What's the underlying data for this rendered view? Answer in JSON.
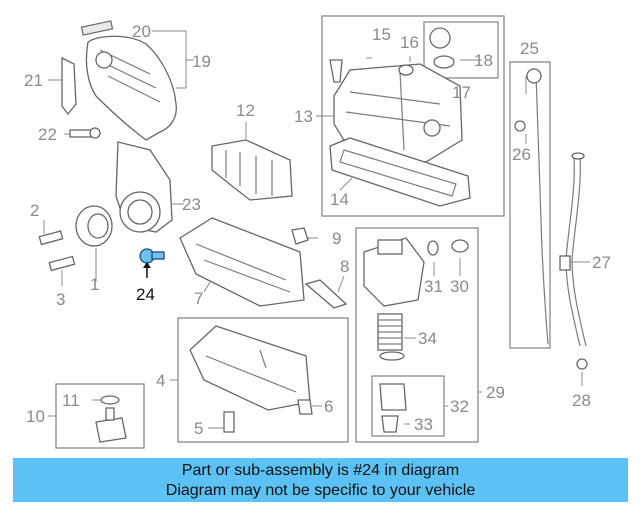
{
  "banner": {
    "line1": "Part or sub-assembly is #24 in diagram",
    "line2": "Diagram may not be specific to your vehicle"
  },
  "highlight_color": "#5cc1f5",
  "highlighted_part": "24",
  "callouts": {
    "c1": "1",
    "c2": "2",
    "c3": "3",
    "c4": "4",
    "c5": "5",
    "c6": "6",
    "c7": "7",
    "c8": "8",
    "c9": "9",
    "c10": "10",
    "c11": "11",
    "c12": "12",
    "c13": "13",
    "c14": "14",
    "c15": "15",
    "c16": "16",
    "c17": "17",
    "c18": "18",
    "c19": "19",
    "c20": "20",
    "c21": "21",
    "c22": "22",
    "c23": "23",
    "c24": "24",
    "c25": "25",
    "c26": "26",
    "c27": "27",
    "c28": "28",
    "c29": "29",
    "c30": "30",
    "c31": "31",
    "c32": "32",
    "c33": "33",
    "c34": "34"
  }
}
